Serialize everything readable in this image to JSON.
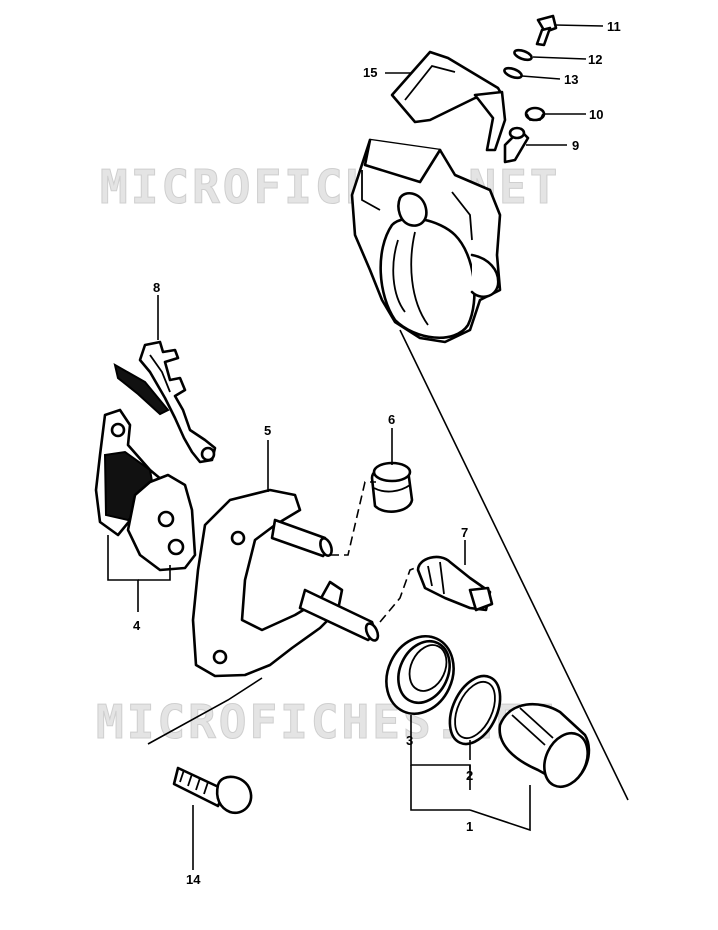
{
  "watermarks": [
    "MICROFICHES.NET",
    "MICROFICHES.NET"
  ],
  "callouts": {
    "n1": "1",
    "n2": "2",
    "n3": "3",
    "n4": "4",
    "n5": "5",
    "n6": "6",
    "n7": "7",
    "n8": "8",
    "n9": "9",
    "n10": "10",
    "n11": "11",
    "n12": "12",
    "n13": "13",
    "n14": "14",
    "n15": "15"
  }
}
